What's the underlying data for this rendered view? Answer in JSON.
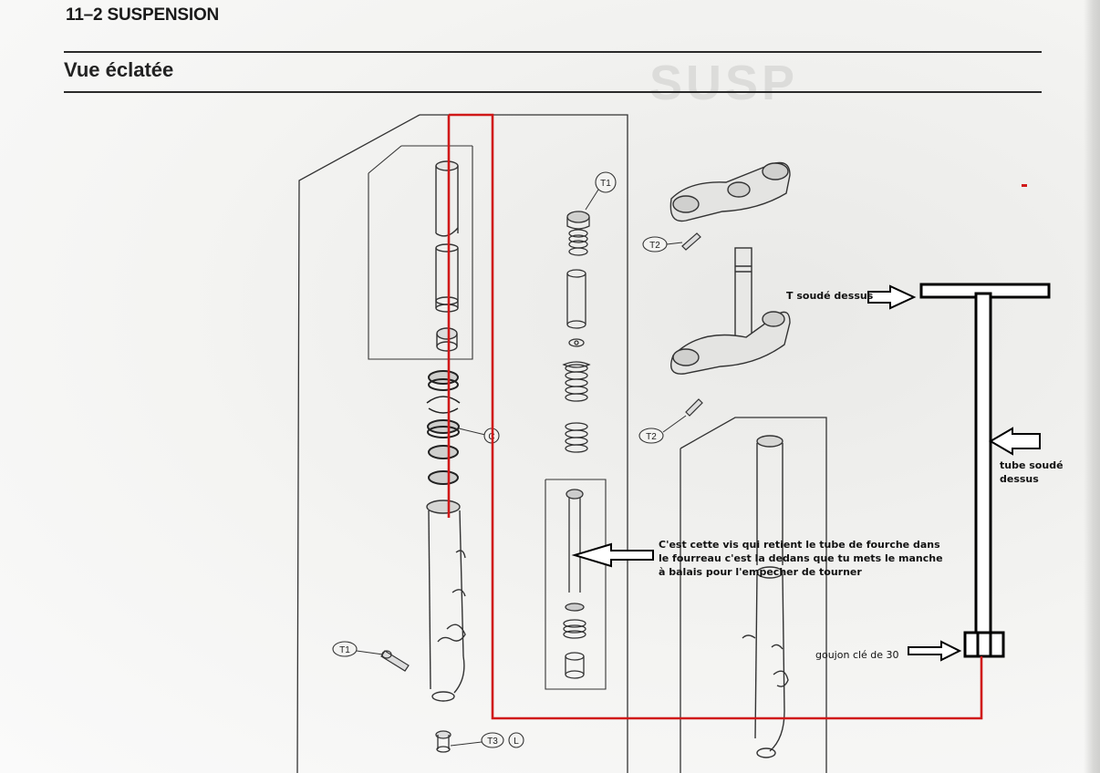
{
  "header": {
    "section": "11–2 SUSPENSION",
    "title": "Vue éclatée"
  },
  "part_labels": {
    "t1_spring": "T1",
    "t2_top": "T2",
    "t2_bottom": "T2",
    "c_clip": "C",
    "t1_lower": "T1",
    "t3": "T3",
    "l": "L"
  },
  "annotations": {
    "t_welded": "T soudé dessus",
    "tube_welded": "tube soudé dessus",
    "screw_note_1": "C'est cette vis qui retient le tube de fourche dans",
    "screw_note_2": "le fourreau c'est la dedans que tu mets le manche",
    "screw_note_3": "à balais pour l'empecher de tourner",
    "stud_note": "goujon clé de 30"
  },
  "colors": {
    "red_path": "#d01818",
    "ink": "#222222",
    "paper": "#f3f3f1"
  }
}
